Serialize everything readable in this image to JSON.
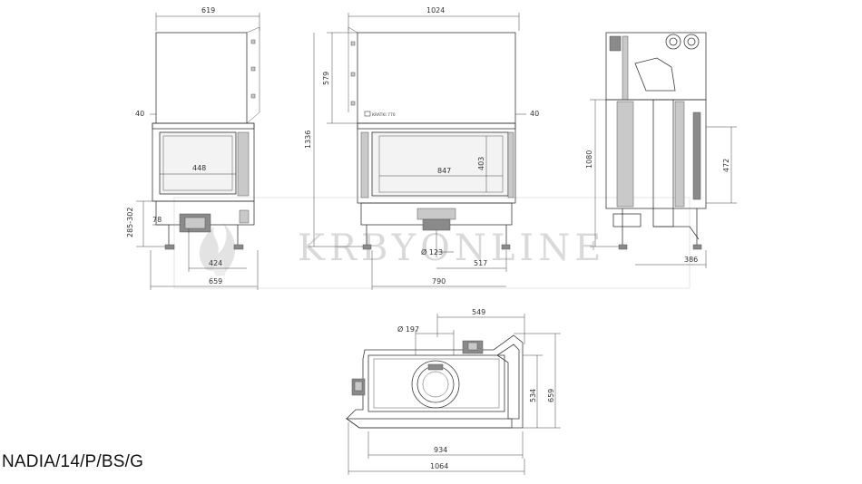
{
  "model": "NADIA/14/P/BS/G",
  "watermark": "KRBYONLINE",
  "brand_mark": "KRATKI 770",
  "dimensions": {
    "side_width": "619",
    "front_width": "1024",
    "side_inset": "40",
    "front_inset": "40",
    "top_height": "579",
    "total_height": "1336",
    "side_glass_width": "448",
    "front_glass_width": "847",
    "glass_height": "403",
    "leg_range": "285-302",
    "leg_offset": "78",
    "side_base": "424",
    "side_depth": "659",
    "flue_diameter": "Ø 123",
    "front_flue_offset": "517",
    "front_base": "790",
    "rear_height": "1080",
    "rear_outlet_height": "472",
    "rear_depth": "386",
    "plan_flue_diameter": "Ø 197",
    "plan_flue_offset": "549",
    "plan_inner_depth": "534",
    "plan_outer_depth": "659",
    "plan_inner_width": "934",
    "plan_outer_width": "1064"
  }
}
